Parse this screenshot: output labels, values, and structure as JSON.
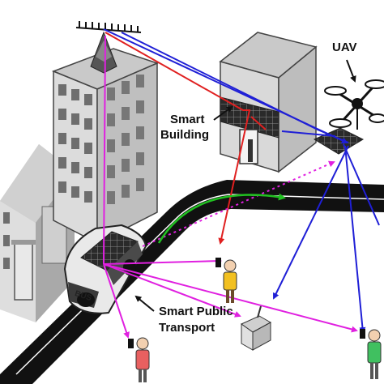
{
  "labels": {
    "uav": "UAV",
    "smart_building_line1": "Smart",
    "smart_building_line2": "Building",
    "transport_line1": "Smart Public",
    "transport_line2": "Transport",
    "bus": "BUS"
  },
  "colors": {
    "blue": "#1f1fd6",
    "red": "#e02020",
    "magenta": "#e020e0",
    "green": "#20c020",
    "road": "#111111",
    "building_front": "#d9d9d9",
    "building_side": "#bdbdbd",
    "building_top": "#c9c9c9",
    "window": "#6e6e6e",
    "person_yellow": "#f2c020",
    "person_red": "#e86060",
    "person_green": "#40c060"
  }
}
